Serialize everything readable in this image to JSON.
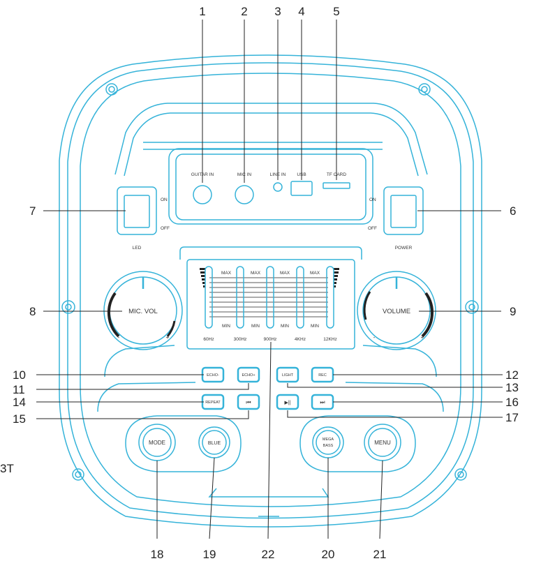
{
  "callouts": {
    "c1": "1",
    "c2": "2",
    "c3": "3",
    "c4": "4",
    "c5": "5",
    "c6": "6",
    "c7": "7",
    "c8": "8",
    "c9": "9",
    "c10": "10",
    "c11": "11",
    "c12": "12",
    "c13": "13",
    "c14": "14",
    "c15": "15",
    "c16": "16",
    "c17": "17",
    "c18": "18",
    "c19": "19",
    "c20": "20",
    "c21": "21",
    "c22": "22"
  },
  "ports": {
    "guitar_in": "GUITAR IN",
    "mic_in": "MIC IN",
    "line_in": "LINE IN",
    "usb": "USB",
    "tf_card": "TF CARD"
  },
  "led_switch": {
    "on": "ON",
    "off": "OFF",
    "label": "LED"
  },
  "power_switch": {
    "on": "ON",
    "off": "OFF",
    "label": "POWER"
  },
  "knobs": {
    "mic_vol": "MIC. VOL",
    "mic_minus": "-",
    "mic_plus": "+",
    "volume": "VOLUME",
    "vol_minus": "-",
    "vol_plus": "+"
  },
  "equalizer": {
    "max": "MAX",
    "min": "MIN",
    "bands": [
      "60Hz",
      "300Hz",
      "900Hz",
      "4KHz",
      "12KHz"
    ]
  },
  "buttons": {
    "echo_minus": "ECHO-",
    "echo_plus": "ECHO+",
    "light": "LIGHT",
    "rec": "REC",
    "repeat": "REPEAT",
    "prev": "⏮",
    "play": "▶||",
    "next": "⏭",
    "mode": "MODE",
    "blue": "BLUE",
    "mega_bass_1": "MEGA",
    "mega_bass_2": "BASS",
    "menu": "MENU"
  },
  "side_text": "3T",
  "colors": {
    "outline": "#35b3d9",
    "text": "#222222"
  }
}
